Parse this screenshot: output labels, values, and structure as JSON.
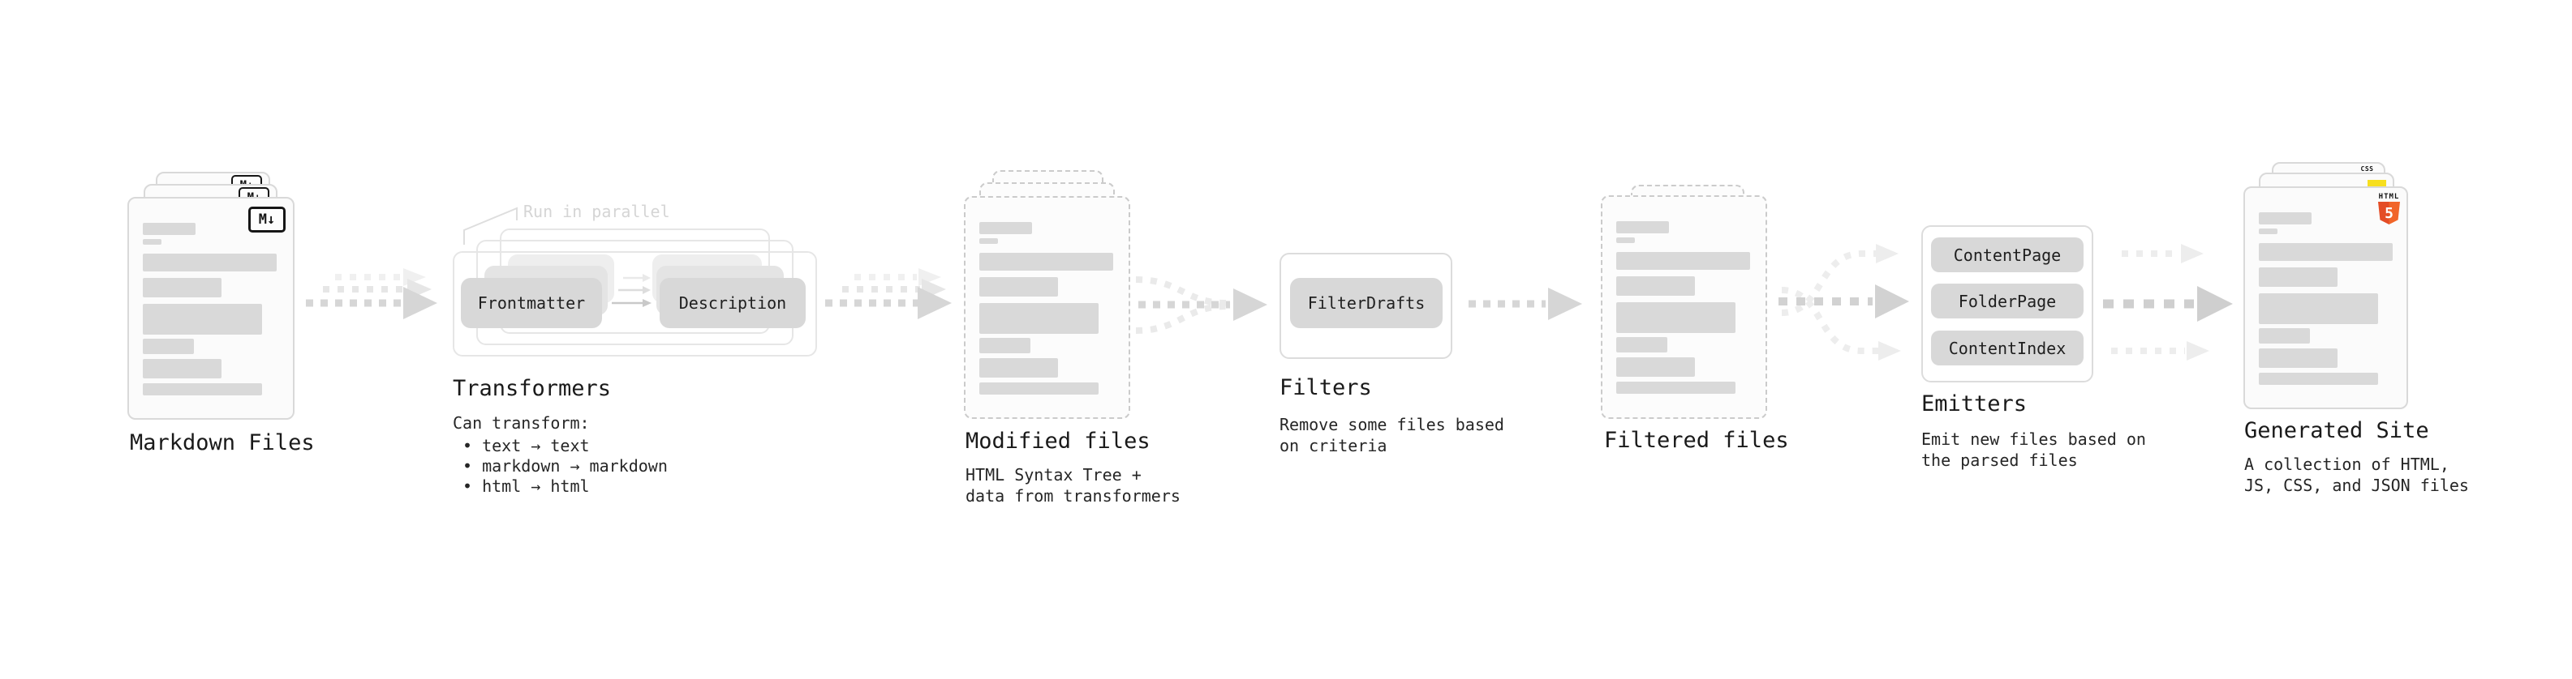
{
  "markdown_files": {
    "label": "Markdown Files",
    "icon_text": "M↓"
  },
  "transformers": {
    "label": "Transformers",
    "annotation": "Run in parallel",
    "nodes": [
      "Frontmatter",
      "Description"
    ],
    "desc_title": "Can transform:",
    "bullets": [
      "• text → text",
      "• markdown → markdown",
      "• html → html"
    ]
  },
  "modified_files": {
    "label": "Modified files",
    "desc": "HTML Syntax Tree +\ndata from transformers"
  },
  "filters": {
    "label": "Filters",
    "nodes": [
      "FilterDrafts"
    ],
    "desc": "Remove some files based\non criteria"
  },
  "filtered_files": {
    "label": "Filtered files"
  },
  "emitters": {
    "label": "Emitters",
    "nodes": [
      "ContentPage",
      "FolderPage",
      "ContentIndex"
    ],
    "desc": "Emit new files based on\nthe parsed files"
  },
  "generated_site": {
    "label": "Generated Site",
    "desc": "A collection of HTML,\nJS, CSS, and JSON files",
    "html5_badge_word": "HTML",
    "html5_badge_number": "5",
    "css_badge_word": "CSS"
  },
  "colors": {
    "html5_orange_dark": "#e44d26",
    "html5_orange_light": "#f16529",
    "js_yellow": "#f7df1e",
    "css_blue": "#2965f1",
    "skeleton_gray": "#d9d9d9",
    "node_gray": "#d8d8d8",
    "annotation_gray": "#d5d5d5",
    "arrow_gray": "#d6d6d6",
    "text_dark": "#1a1a1a"
  }
}
